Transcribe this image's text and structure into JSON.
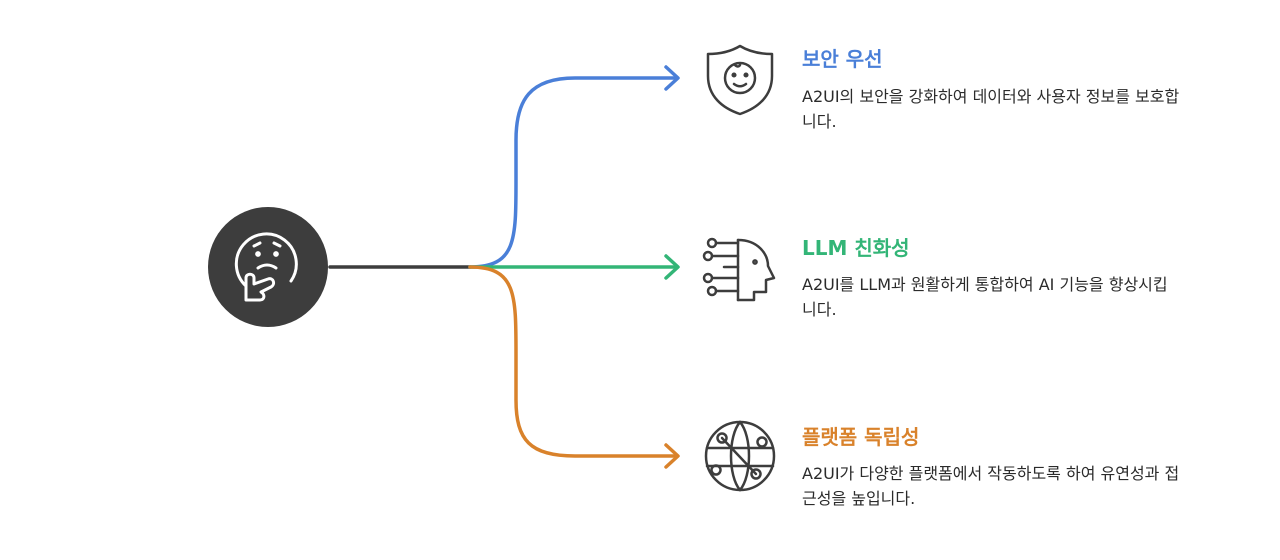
{
  "colors": {
    "hub": "#3d3d3d",
    "hub_icon": "#ffffff",
    "trunk": "#3d3d3d",
    "icon_stroke": "#3d3d3d"
  },
  "hub": {
    "icon": "thinking-face-icon"
  },
  "branches": [
    {
      "title": "보안 우선",
      "description": "A2UI의 보안을 강화하여 데이터와 사용자 정보를 보호합니다.",
      "color": "#4a7fd8",
      "icon": "shield-face-icon"
    },
    {
      "title": "LLM 친화성",
      "description": "A2UI를 LLM과 원활하게 통합하여 AI 기능을 향상시킵니다.",
      "color": "#33b577",
      "icon": "ai-head-icon"
    },
    {
      "title": "플랫폼 독립성",
      "description": "A2UI가 다양한 플랫폼에서 작동하도록 하여 유연성과 접근성을 높입니다.",
      "color": "#d9822b",
      "icon": "globe-network-icon"
    }
  ]
}
